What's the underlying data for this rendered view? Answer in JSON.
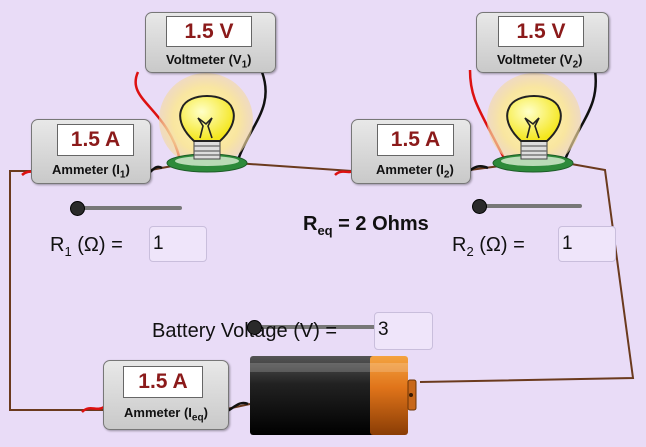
{
  "colors": {
    "background": "#e9dcf7",
    "wire_brown": "#6b3a1e",
    "wire_red": "#dd1111",
    "display_text": "#8b1a1a"
  },
  "voltmeter1": {
    "value": "1.5 V",
    "label_prefix": "Voltmeter (V",
    "label_sub": "1",
    "label_suffix": ")",
    "icon": "voltmeter-icon"
  },
  "voltmeter2": {
    "value": "1.5 V",
    "label_prefix": "Voltmeter (V",
    "label_sub": "2",
    "label_suffix": ")",
    "icon": "voltmeter-icon"
  },
  "ammeter1": {
    "value": "1.5 A",
    "label_prefix": "Ammeter (I",
    "label_sub": "1",
    "label_suffix": ")",
    "icon": "ammeter-icon"
  },
  "ammeter2": {
    "value": "1.5 A",
    "label_prefix": "Ammeter (I",
    "label_sub": "2",
    "label_suffix": ")",
    "icon": "ammeter-icon"
  },
  "ammeter_eq": {
    "value": "1.5 A",
    "label_prefix": "Ammeter (I",
    "label_sub": "eq",
    "label_suffix": ")",
    "icon": "ammeter-icon"
  },
  "bulb1": {
    "icon": "light-bulb-icon",
    "lit": true
  },
  "bulb2": {
    "icon": "light-bulb-icon",
    "lit": true
  },
  "battery": {
    "icon": "battery-icon"
  },
  "r1": {
    "label_main": "R",
    "label_sub": "1",
    "label_unit": " (Ω)  =",
    "value": "1"
  },
  "r2": {
    "label_main": "R",
    "label_sub": "2",
    "label_unit": "  (Ω)  =",
    "value": "1"
  },
  "battery_voltage": {
    "label": "Battery Voltage (V) =",
    "value": "3"
  },
  "req": {
    "main": "R",
    "sub": "eq",
    "rest": " = 2 Ohms"
  }
}
